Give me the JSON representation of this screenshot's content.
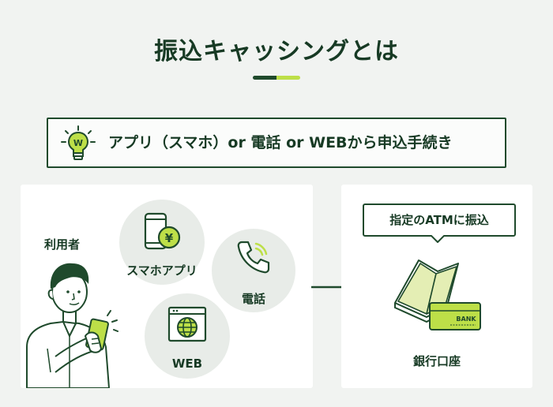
{
  "title": "振込キャッシングとは",
  "method_text": "アプリ（スマホ）or 電話 or WEBから申込手続き",
  "user_label": "利用者",
  "channels": {
    "smartphone_app": "スマホアプリ",
    "phone": "電話",
    "web": "WEB"
  },
  "transfer_callout": "指定のATMに振込",
  "bank_label": "銀行口座",
  "bulb_letter": "W",
  "yen_symbol": "¥",
  "card_text": "BANK",
  "colors": {
    "dark_green": "#1f4a2c",
    "lime": "#bddf48",
    "pale_lime": "#e4eeb4",
    "background": "#f1f3f1"
  }
}
